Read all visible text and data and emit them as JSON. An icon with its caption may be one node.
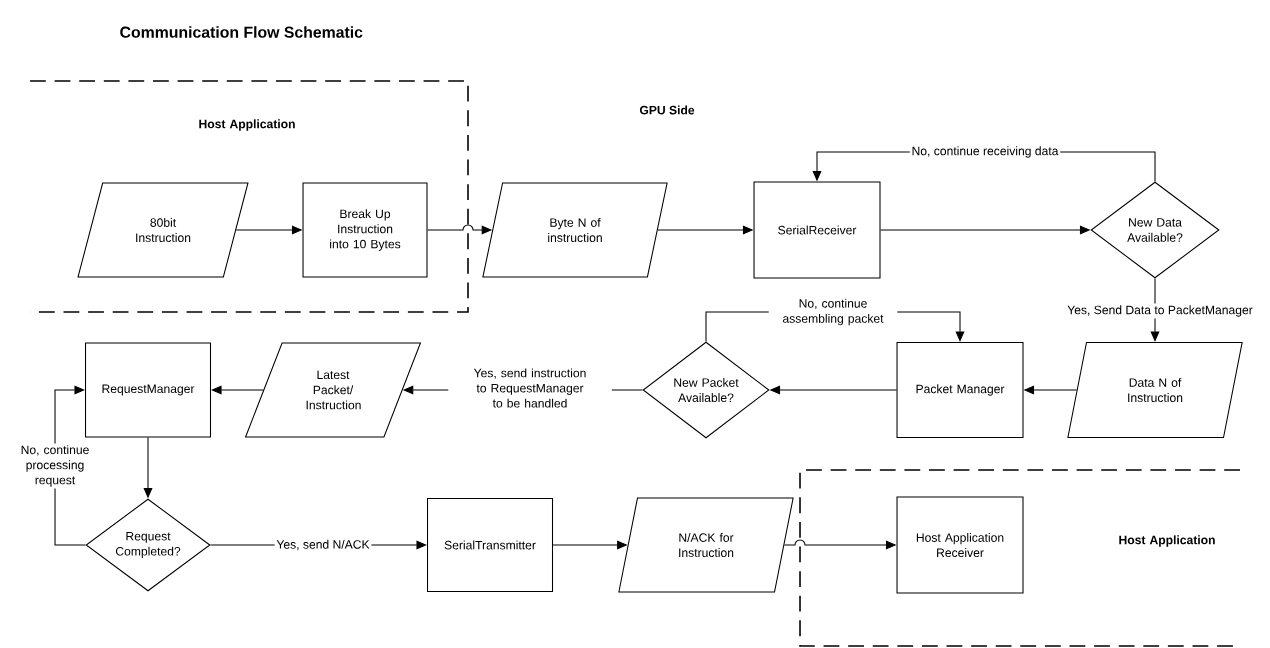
{
  "diagram": {
    "title": "Communication Flow Schematic",
    "nodes": [
      {
        "text": [
          "Host Application"
        ]
      },
      {
        "text": [
          "80bit Instruction"
        ],
        "in": 0
      },
      {
        "text": [
          "Break Up Instruction into 10 Bytes"
        ],
        "in": 0
      },
      {
        "text": [
          "Byte N of instruction"
        ]
      },
      {
        "text": [
          "SerialReceiver"
        ]
      },
      {
        "text": [
          "New Data Available?"
        ]
      },
      {
        "text": [
          "Packet Manager"
        ]
      },
      {
        "text": [
          "Data N of Instruction"
        ]
      },
      {
        "text": [
          "New Packet Available?"
        ]
      },
      {
        "text": [
          "Latest Packet/ Instruction"
        ]
      },
      {
        "text": [
          "RequestManager"
        ]
      },
      {
        "text": [
          "Request Completed?"
        ]
      },
      {
        "text": [
          "SerialTransmitter"
        ]
      },
      {
        "text": [
          "N/ACK for Instruction"
        ]
      },
      {
        "text": [
          "Host Application"
        ]
      },
      {
        "text": [
          "Host Application Receiver"
        ],
        "in": 14
      }
    ],
    "edges": [
      {
        "from": 1,
        "to": 2,
        "arrow": "to"
      },
      {
        "from": 2,
        "to": 3,
        "arrow": "to"
      },
      {
        "from": 3,
        "to": 4,
        "arrow": "to"
      },
      {
        "from": 4,
        "to": 5,
        "arrow": "to"
      },
      {
        "from": 5,
        "to": 4,
        "arrow": "to",
        "label": "No, continue receiving data"
      },
      {
        "from": 5,
        "to": 7,
        "arrow": "to",
        "label": "Yes, Send Data to PacketManager"
      },
      {
        "from": 7,
        "to": 6,
        "arrow": "to"
      },
      {
        "from": 6,
        "to": 8,
        "arrow": "to"
      },
      {
        "from": 8,
        "to": 6,
        "arrow": "to",
        "label": "No, continue assembling packet"
      },
      {
        "from": 8,
        "to": 9,
        "arrow": "to",
        "label": "Yes, send instruction to RequestManager to be handled"
      },
      {
        "from": 9,
        "to": 10,
        "arrow": "to"
      },
      {
        "from": 10,
        "to": 11,
        "arrow": "to"
      },
      {
        "from": 11,
        "to": 10,
        "arrow": "to",
        "label": "No, continue processing request"
      },
      {
        "from": 11,
        "to": 12,
        "arrow": "to",
        "label": "Yes, send N/ACK"
      },
      {
        "from": 12,
        "to": 13,
        "arrow": "to"
      },
      {
        "from": 13,
        "to": 15,
        "arrow": "to"
      }
    ],
    "labels": [
      "GPU Side"
    ]
  }
}
